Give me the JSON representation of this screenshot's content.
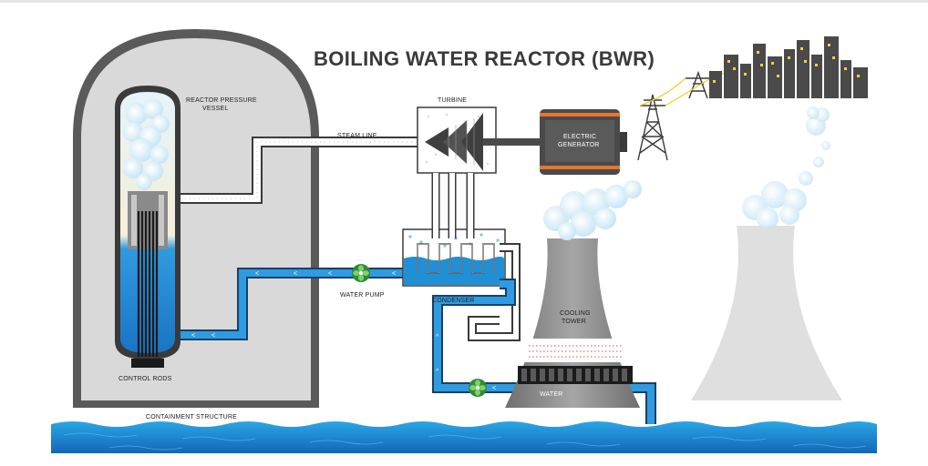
{
  "title": "BOILING WATER REACTOR (BWR)",
  "labels": {
    "reactor_pressure_vessel": [
      "REACTOR PRESSURE",
      "VESSEL"
    ],
    "steam_line": "STEAM LINE",
    "turbine": "TURBINE",
    "electric_generator": [
      "ELECTRIC",
      "GENERATOR"
    ],
    "water_pump": "WATER PUMP",
    "condenser": "CONDENSER",
    "cooling_tower": [
      "COOLING",
      "TOWER"
    ],
    "water": "WATER",
    "control_rods": "CONTROL RODS",
    "containment_structure": "CONTAINMENT STRUCTURE"
  },
  "colors": {
    "water_blue": "#1f8fd6",
    "containment_gray": "#d9d9d9",
    "steam_white": "#ffffff",
    "generator_orange": "#e8762c",
    "pump_green": "#5cb848",
    "tower_gray": "#8c8c8c"
  }
}
